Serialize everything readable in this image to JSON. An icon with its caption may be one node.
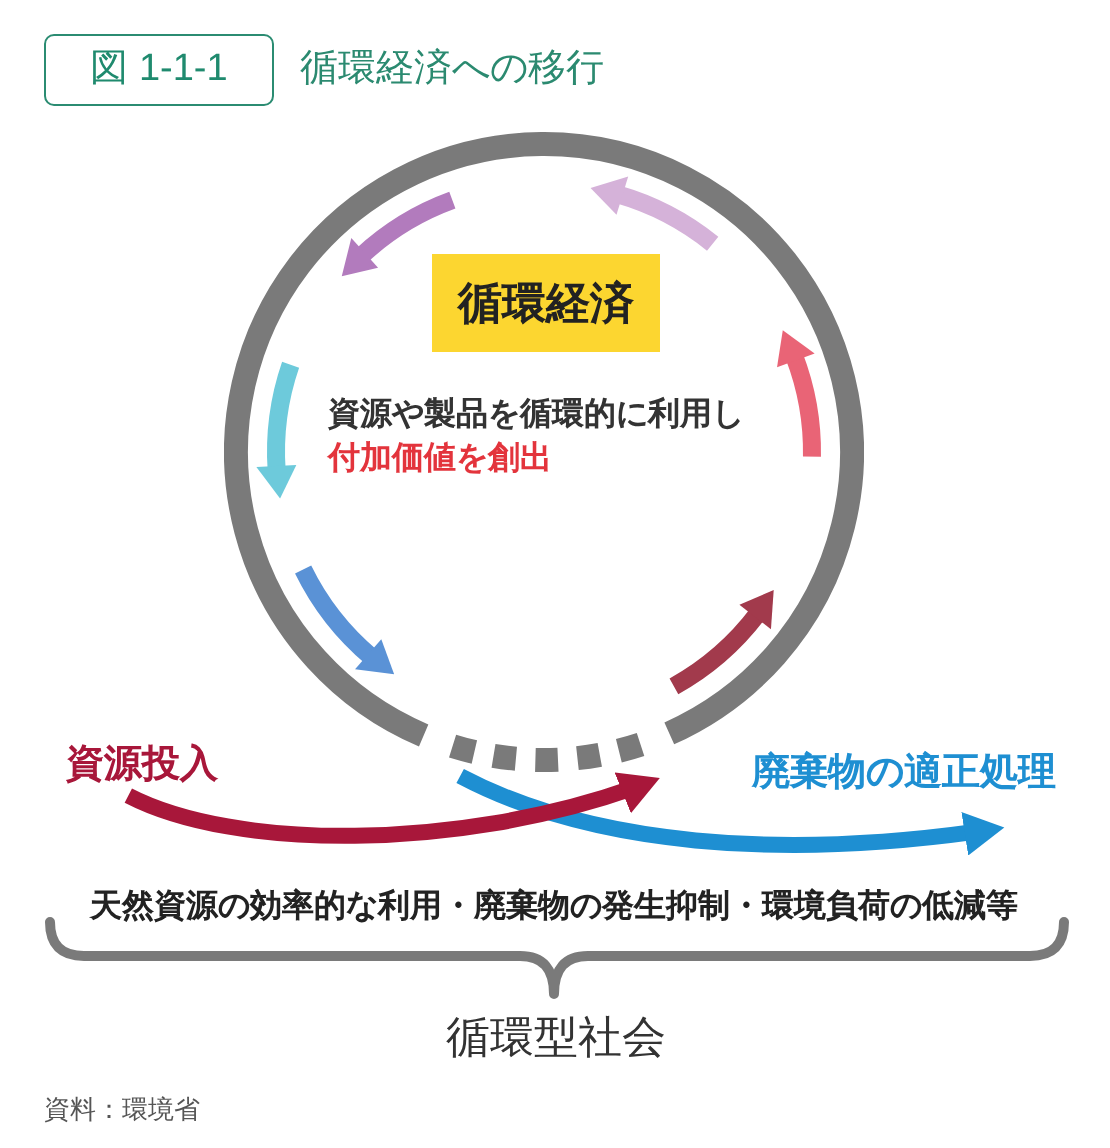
{
  "diagram": {
    "title": "循環経済への移行",
    "nodes": [
      {
        "text": [
          "資源や製品を循環的に利用し",
          "付加価値を創出"
        ]
      },
      {
        "text": [
          "循環経済"
        ],
        "in": 0
      },
      {
        "text": [
          "資源投入"
        ]
      },
      {
        "text": [
          "廃棄物の適正処理"
        ]
      }
    ],
    "edges": [
      {
        "from": 2,
        "to": 0,
        "arrow": "to",
        "color": "#a8173a"
      },
      {
        "from": 0,
        "to": 3,
        "arrow": "to",
        "color": "#1e8fd2"
      }
    ],
    "labels": [
      "図 1-1-1",
      "天然資源の効率的な利用・廃棄物の発生抑制・環境負荷の低減等",
      "循環型社会",
      "資料：環境省"
    ]
  }
}
